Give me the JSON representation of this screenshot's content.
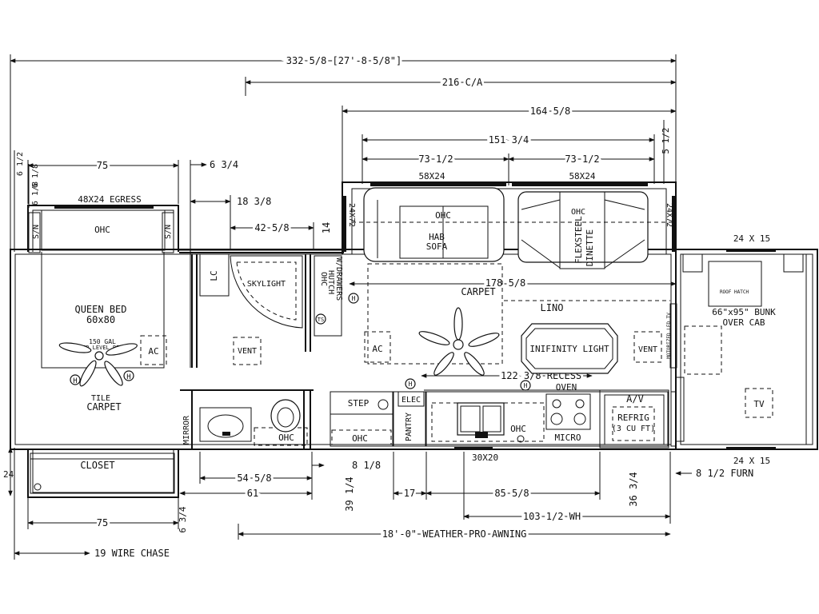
{
  "dimensions": {
    "overall_length": "332 5/8 [27'-8 5/8\"]",
    "ca": "216 C/A",
    "slide_length": "164 5/8",
    "slide_inner": "151 3/4",
    "sofa_width": "73 1/2",
    "dinette_width": "73 1/2",
    "right_offset": "5 1/2",
    "left_offset_top": "6 1/2",
    "left_offset_2": "6 1/8",
    "bedroom_width": "75",
    "wall_6_3_4": "6 3/4",
    "dim_18_3_8": "18 3/8",
    "dim_42_5_8": "42 5/8",
    "dim_14": "14",
    "slide_depth": "178 5/8",
    "recess": "122 3/8 RECESS",
    "bottom_8_1_8": "8 1/8",
    "bottom_54_5_8": "54 5/8",
    "bottom_61": "61",
    "bottom_39_1_4": "39 1/4",
    "bottom_17": "17",
    "bottom_85_5_8": "85 5/8",
    "bottom_36_3_4": "36 3/4",
    "bottom_103_1_2": "103 1/2 WH",
    "furn": "8 1/2 FURN",
    "closet_depth": "24",
    "closet_width": "75",
    "bottom_6_3_4": "6 3/4",
    "awning": "18'-0\" WEATHER PRO AWNING",
    "wire_chase": "19 WIRE CHASE"
  },
  "rooms": {
    "egress": "48X24 EGRESS",
    "sn_left": "S/N",
    "sn_right": "S/N",
    "ohc_bed": "OHC",
    "queen_bed": "QUEEN BED",
    "queen_size": "60x80",
    "water_bed": "150 GAL",
    "water_bed_2": "WATER LEVEL BED",
    "ac_bed": "AC",
    "tile": "TILE",
    "carpet_bed": "CARPET",
    "closet": "CLOSET",
    "mirror": "MIRROR",
    "lc": "LC",
    "skylight": "SKYLIGHT",
    "vent_bath": "VENT",
    "hutch": "HUTCH",
    "hutch_2": "W/DRAWERS",
    "hutch_3": "OHC",
    "ts": "TS",
    "ohc_bath": "OHC",
    "window_24x72_left": "24X72",
    "window_24x72_right": "24X72",
    "sofa_size": "58X24",
    "dinette_size": "58X24",
    "ohc_sofa": "OHC",
    "hab_sofa": "HAB",
    "hab_sofa_2": "SOFA",
    "ohc_dinette": "OHC",
    "flexsteel": "FLEXSTEEL",
    "dinette": "DINETTE",
    "carpet_living": "CARPET",
    "lino": "LINO",
    "ac_living": "AC",
    "infinity_light": "INIFINITY LIGHT",
    "vent_kitchen": "VENT",
    "motorized_tv": "MOTORIZED LED TV",
    "h_marker": "H",
    "step": "STEP",
    "elec": "ELEC",
    "pantry": "PANTRY",
    "ohc_step": "OHC",
    "oven": "OVEN",
    "micro": "MICRO",
    "ohc_sink": "OHC",
    "sink_window": "30X20",
    "av": "A/V",
    "refrig": "REFRIG",
    "refrig_2": "(3 CU FT)",
    "window_24x15_top": "24 X 15",
    "window_24x15_bottom": "24 X 15",
    "roof_hatch": "ROOF HATCH",
    "bunk": "66\"x95\" BUNK",
    "bunk_2": "OVER CAB",
    "tv": "TV"
  }
}
